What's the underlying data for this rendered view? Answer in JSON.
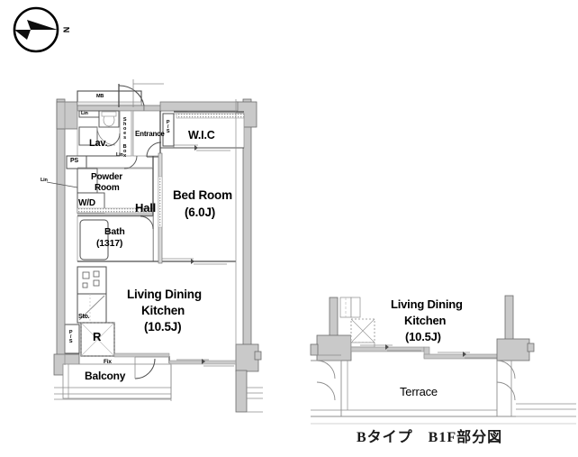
{
  "plan": {
    "compass": {
      "label": "N",
      "icon": "compass-arrow-icon"
    },
    "main_unit": {
      "rooms": [
        {
          "key": "mb",
          "label": "MB"
        },
        {
          "key": "lin_top",
          "label": "Lin"
        },
        {
          "key": "lav",
          "label": "Lav."
        },
        {
          "key": "ps_left",
          "label": "PS"
        },
        {
          "key": "shoes_box",
          "label": "Shoes Box"
        },
        {
          "key": "entrance",
          "label": "Entrance"
        },
        {
          "key": "ps_entrance",
          "label": "P/S"
        },
        {
          "key": "wic",
          "label": "W.I.C"
        },
        {
          "key": "lin_mid",
          "label": "Lin"
        },
        {
          "key": "lin_left",
          "label": "Lin"
        },
        {
          "key": "powder_room",
          "label": "Powder\nRoom"
        },
        {
          "key": "powder_l1",
          "label": "Powder"
        },
        {
          "key": "powder_l2",
          "label": "Room"
        },
        {
          "key": "wd",
          "label": "W/D"
        },
        {
          "key": "hall",
          "label": "Hall"
        },
        {
          "key": "bath_l1",
          "label": "Bath"
        },
        {
          "key": "bath_l2",
          "label": "(1317)"
        },
        {
          "key": "bedroom_l1",
          "label": "Bed Room"
        },
        {
          "key": "bedroom_l2",
          "label": "(6.0J)"
        },
        {
          "key": "ldk_l1",
          "label": "Living Dining"
        },
        {
          "key": "ldk_l2",
          "label": "Kitchen"
        },
        {
          "key": "ldk_l3",
          "label": "(10.5J)"
        },
        {
          "key": "sto",
          "label": "Sto."
        },
        {
          "key": "ps_kitchen",
          "label": "P/S"
        },
        {
          "key": "refrigerator",
          "label": "R"
        },
        {
          "key": "fix",
          "label": "Fix"
        },
        {
          "key": "balcony",
          "label": "Balcony"
        }
      ]
    },
    "b1f_unit": {
      "rooms": [
        {
          "key": "b1_ldk_l1",
          "label": "Living Dining"
        },
        {
          "key": "b1_ldk_l2",
          "label": "Kitchen"
        },
        {
          "key": "b1_ldk_l3",
          "label": "(10.5J)"
        },
        {
          "key": "b1_terrace",
          "label": "Terrace"
        }
      ],
      "caption": "Bタイプ　B1F部分図"
    },
    "colors": {
      "wall_fill": "#c9c9c9",
      "wall_stroke": "#6b6b6b",
      "line": "#4d4d4d",
      "thin_line": "#8c8c8c",
      "text": "#000000",
      "background": "#ffffff"
    }
  }
}
